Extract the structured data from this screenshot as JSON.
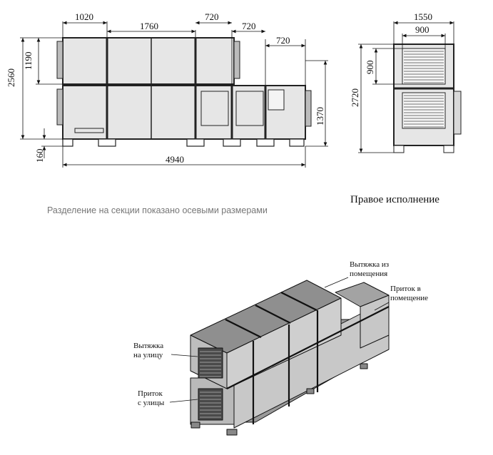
{
  "front_view": {
    "dims_top": [
      "1020",
      "1760",
      "720",
      "720",
      "720"
    ],
    "dims_left": [
      "2560",
      "1190"
    ],
    "dim_right": "1370",
    "dim_bottom_left": "160",
    "dim_total_width": "4940"
  },
  "side_view": {
    "dims_top": [
      "1550",
      "900"
    ],
    "dims_left": [
      "900",
      "2720"
    ]
  },
  "captions": {
    "sections_note": "Разделение на секции показано осевыми размерами",
    "right_version": "Правое исполнение"
  },
  "iso_labels": {
    "exhaust_from_room": [
      "Вытяжка из",
      "помещения"
    ],
    "supply_to_room": [
      "Приток в",
      "помещение"
    ],
    "exhaust_outside": [
      "Вытяжка",
      "на улицу"
    ],
    "supply_from_outside": [
      "Приток",
      "с улицы"
    ]
  }
}
